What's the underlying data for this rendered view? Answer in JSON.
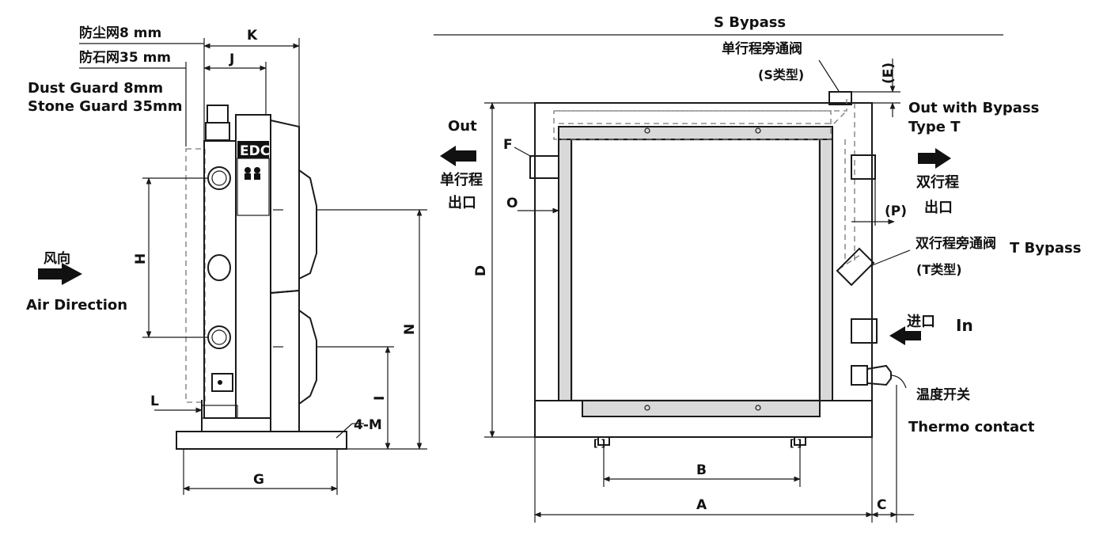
{
  "side_view": {
    "dust_guard_cn": "防尘网8 mm",
    "stone_guard_cn": "防石网35 mm",
    "dust_guard_en": "Dust Guard 8mm",
    "stone_guard_en": "Stone Guard 35mm",
    "air_dir_cn": "风向",
    "air_dir_en": "Air Direction",
    "brand": "EDC",
    "dims": {
      "K": "K",
      "J": "J",
      "H": "H",
      "N": "N",
      "I": "I",
      "L": "L",
      "G": "G",
      "M": "4-M"
    }
  },
  "front_view": {
    "s_bypass_en": "S Bypass",
    "s_bypass_cn": "单行程旁通阀",
    "s_type": "(S类型)",
    "out_en": "Out",
    "out_single_cn_1": "单行程",
    "out_single_cn_2": "出口",
    "out_bypass_en_1": "Out with Bypass",
    "out_bypass_en_2": "Type T",
    "out_double_cn_1": "双行程",
    "out_double_cn_2": "出口",
    "t_bypass_cn": "双行程旁通阀",
    "t_bypass_en": "T Bypass",
    "t_type": "(T类型)",
    "in_cn": "进口",
    "in_en": "In",
    "thermo_cn": "温度开关",
    "thermo_en": "Thermo contact",
    "dims": {
      "A": "A",
      "B": "B",
      "C": "C",
      "D": "D",
      "E": "(E)",
      "F": "F",
      "O": "O",
      "P": "(P)"
    }
  }
}
